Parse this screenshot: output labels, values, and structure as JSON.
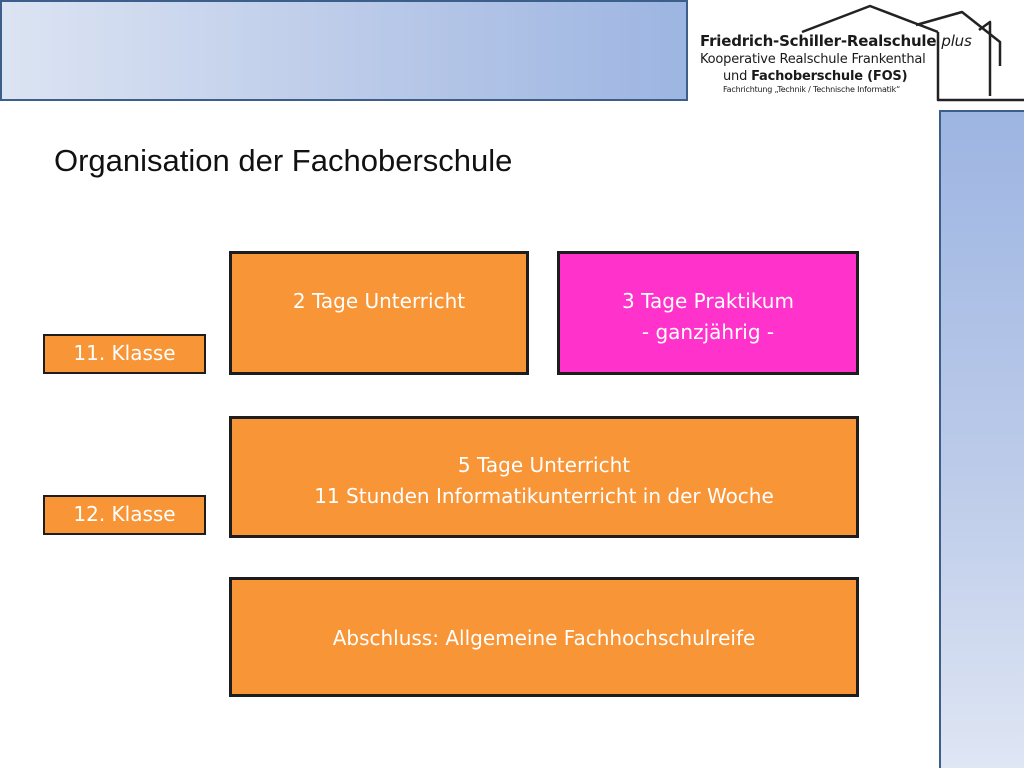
{
  "header": {
    "logo": {
      "name_main": "Friedrich-Schiller-Realschule",
      "name_suffix": "plus",
      "line2": "Kooperative Realschule Frankenthal",
      "line3_prefix": "und",
      "line3_bold": "Fachoberschule (FOS)",
      "line4": "Fachrichtung „Technik / Technische Informatik“"
    }
  },
  "slide": {
    "title": "Organisation der Fachoberschule"
  },
  "diagram": {
    "grade11_label": "11. Klasse",
    "grade12_label": "12. Klasse",
    "box_unterricht_11": "2 Tage Unterricht",
    "box_praktikum_line1": "3 Tage Praktikum",
    "box_praktikum_line2": "- ganzjährig -",
    "box_unterricht_12_line1": "5 Tage Unterricht",
    "box_unterricht_12_line2": "11 Stunden Informatikunterricht in der Woche",
    "box_abschluss": "Abschluss: Allgemeine Fachhochschulreife"
  },
  "colors": {
    "orange": "#f79537",
    "magenta": "#ff33cc",
    "header_blue": "#9db5e2"
  }
}
